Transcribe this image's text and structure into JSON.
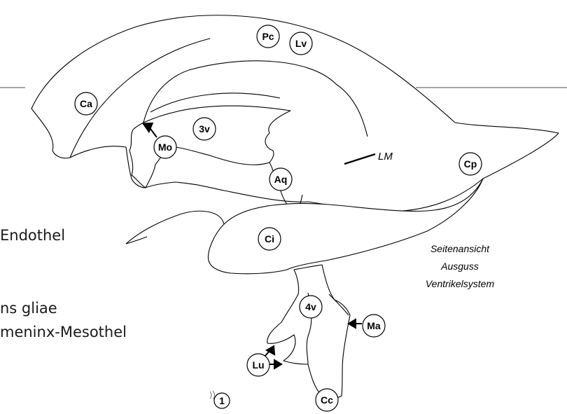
{
  "slide_text": {
    "line1": "Endothel",
    "line2": "ns gliae",
    "line3": "meninx-Mesothel",
    "marker": "1"
  },
  "labels": {
    "pc": "Pc",
    "lv": "Lv",
    "ca": "Ca",
    "v3": "3v",
    "mo": "Mo",
    "aq": "Aq",
    "cp": "Cp",
    "ci": "Ci",
    "v4": "4v",
    "ma": "Ma",
    "lu": "Lu",
    "cc": "Cc",
    "lm": "LM"
  },
  "caption": {
    "line1": "Seitenansicht",
    "line2": "Ausguss",
    "line3": "Ventrikelsystem"
  },
  "colors": {
    "outline": "#000000",
    "rule": "#a6a6a6",
    "fill": "#ffffff"
  }
}
